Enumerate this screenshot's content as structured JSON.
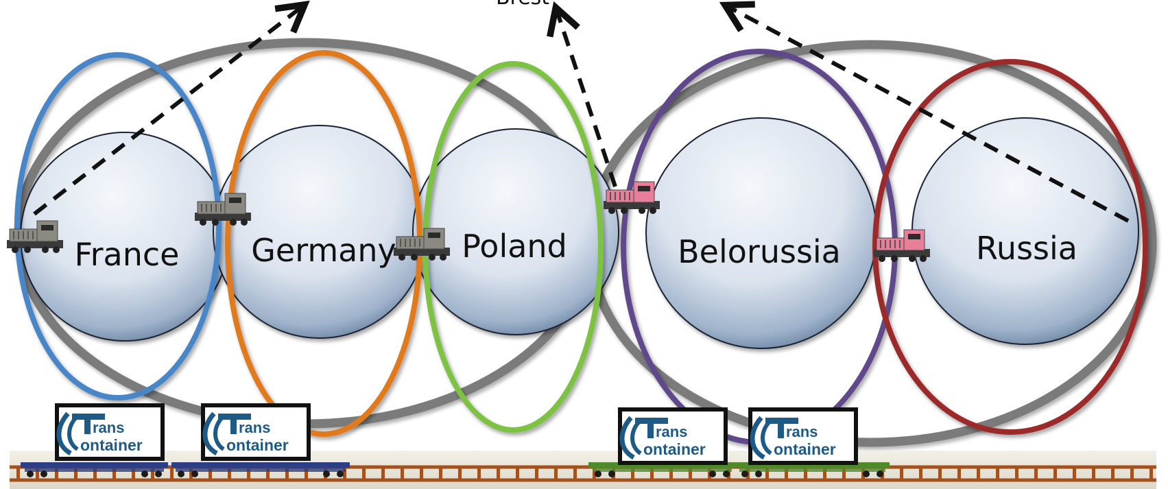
{
  "countries": [
    {
      "key": "france",
      "label": "France"
    },
    {
      "key": "germany",
      "label": "Germany"
    },
    {
      "key": "poland",
      "label": "Poland"
    },
    {
      "key": "belorussia",
      "label": "Belorussia"
    },
    {
      "key": "russia",
      "label": "Russia"
    }
  ],
  "annotations": {
    "top_label": "Brest"
  },
  "logos": [
    {
      "line1": "rans",
      "line2": "ontainer"
    },
    {
      "line1": "rans",
      "line2": "ontainer"
    },
    {
      "line1": "rans",
      "line2": "ontainer"
    },
    {
      "line1": "rans",
      "line2": "ontainer"
    }
  ],
  "colors": {
    "france_ring": "#4a86c8",
    "germany_ring": "#e07a1a",
    "poland_ring": "#7dc242",
    "belorussia_ring": "#5e4a8a",
    "russia_ring": "#9b2c2c",
    "zone_ring": "#6d6d6d",
    "locomotive_grey": "#8a8a82",
    "locomotive_pink": "#e87e9a",
    "wagon_blue": "#2b3e86",
    "wagon_green": "#4f8a2a",
    "rail": "#a4521d",
    "logo_blue": "#1d5a86"
  },
  "icons": [
    "locomotive-icon",
    "container-wagon-icon",
    "trans-container-logo"
  ]
}
